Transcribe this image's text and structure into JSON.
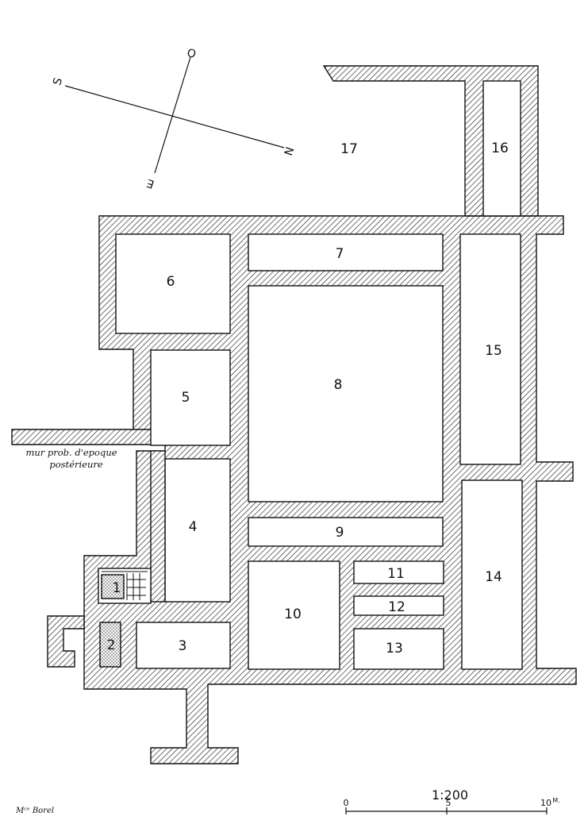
{
  "rooms": [
    {
      "number": "1"
    },
    {
      "number": "2"
    },
    {
      "number": "3"
    },
    {
      "number": "4"
    },
    {
      "number": "5"
    },
    {
      "number": "6"
    },
    {
      "number": "7"
    },
    {
      "number": "8"
    },
    {
      "number": "9"
    },
    {
      "number": "10"
    },
    {
      "number": "11"
    },
    {
      "number": "12"
    },
    {
      "number": "13"
    },
    {
      "number": "14"
    },
    {
      "number": "15"
    },
    {
      "number": "16"
    },
    {
      "number": "17"
    }
  ],
  "compass": {
    "north": "N",
    "south": "S",
    "east": "E",
    "west": "O"
  },
  "annotation": {
    "line1": "mur prob. d'epoque",
    "line2": "postérieure"
  },
  "scale": {
    "ratio": "1:200",
    "tick_start": "0",
    "tick_mid": "5",
    "tick_end": "10",
    "unit": "M."
  },
  "credit": "Mᶜᵉ Borel"
}
